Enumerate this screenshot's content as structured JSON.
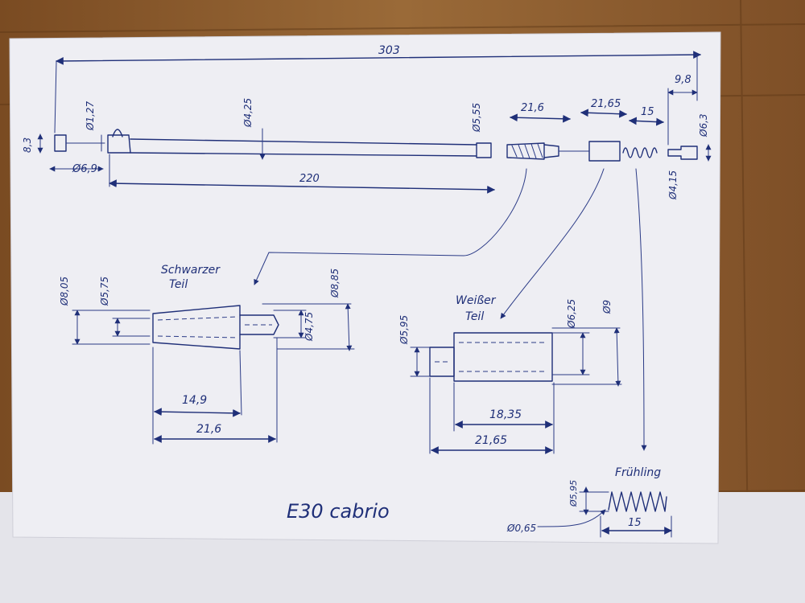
{
  "title": "E30 cabrio",
  "top_view": {
    "overall_length": "303",
    "cable_length": "220",
    "head_height": "8,3",
    "head_dia": "Ø6,9",
    "wire_dia": "Ø1,27",
    "cable_dia": "Ø4,25",
    "sleeve_dia": "Ø5,55",
    "black_part_len": "21,6",
    "white_part_len": "21,65",
    "spring_len": "15",
    "end_len": "9,8",
    "end_dia": "Ø6,3",
    "end_small_dia": "Ø4,15"
  },
  "black_part": {
    "label_line1": "Schwarzer",
    "label_line2": "Teil",
    "dia_outer": "Ø8,05",
    "dia_inner": "Ø5,75",
    "dia_right": "Ø8,85",
    "dia_tip": "Ø4,75",
    "len_body": "14,9",
    "len_total": "21,6"
  },
  "white_part": {
    "label_line1": "Weißer",
    "label_line2": "Teil",
    "dia_small": "Ø5,95",
    "dia_mid": "Ø6,25",
    "dia_big": "Ø9",
    "len_body": "18,35",
    "len_total": "21,65"
  },
  "spring": {
    "label": "Frühling",
    "wire_dia": "Ø0,65",
    "outer_dia": "Ø5,95",
    "length": "15"
  },
  "colors": {
    "ink": "#1f2f78",
    "paper": "#eeeef3",
    "wood": "#8a5a2c"
  }
}
